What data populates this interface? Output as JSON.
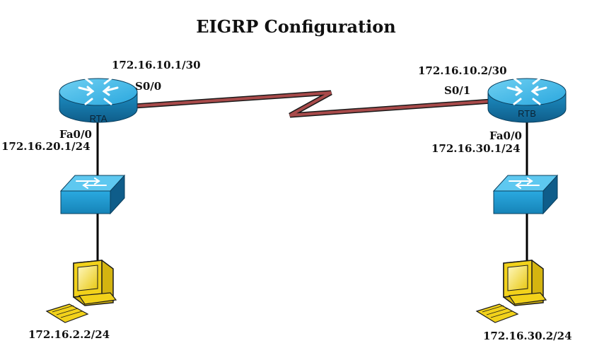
{
  "title": "EIGRP Configuration",
  "routers": {
    "rta": {
      "name": "RTA",
      "serial_interface": "S0/0",
      "serial_ip": "172.16.10.1/30",
      "lan_interface": "Fa0/0",
      "lan_ip": "172.16.20.1/24"
    },
    "rtb": {
      "name": "RTB",
      "serial_interface": "S0/1",
      "serial_ip": "172.16.10.2/30",
      "lan_interface": "Fa0/0",
      "lan_ip": "172.16.30.1/24"
    }
  },
  "hosts": {
    "left": {
      "ip": "172.16.2.2/24"
    },
    "right": {
      "ip": "172.16.30.2/24"
    }
  },
  "colors": {
    "serial_link": "#a84a4a",
    "device_blue": "#1aa0d8",
    "device_top": "#5ec8f0",
    "pc_yellow": "#f2d21b"
  },
  "icons": [
    "router-icon",
    "switch-icon",
    "pc-icon",
    "serial-link",
    "ethernet-link"
  ]
}
